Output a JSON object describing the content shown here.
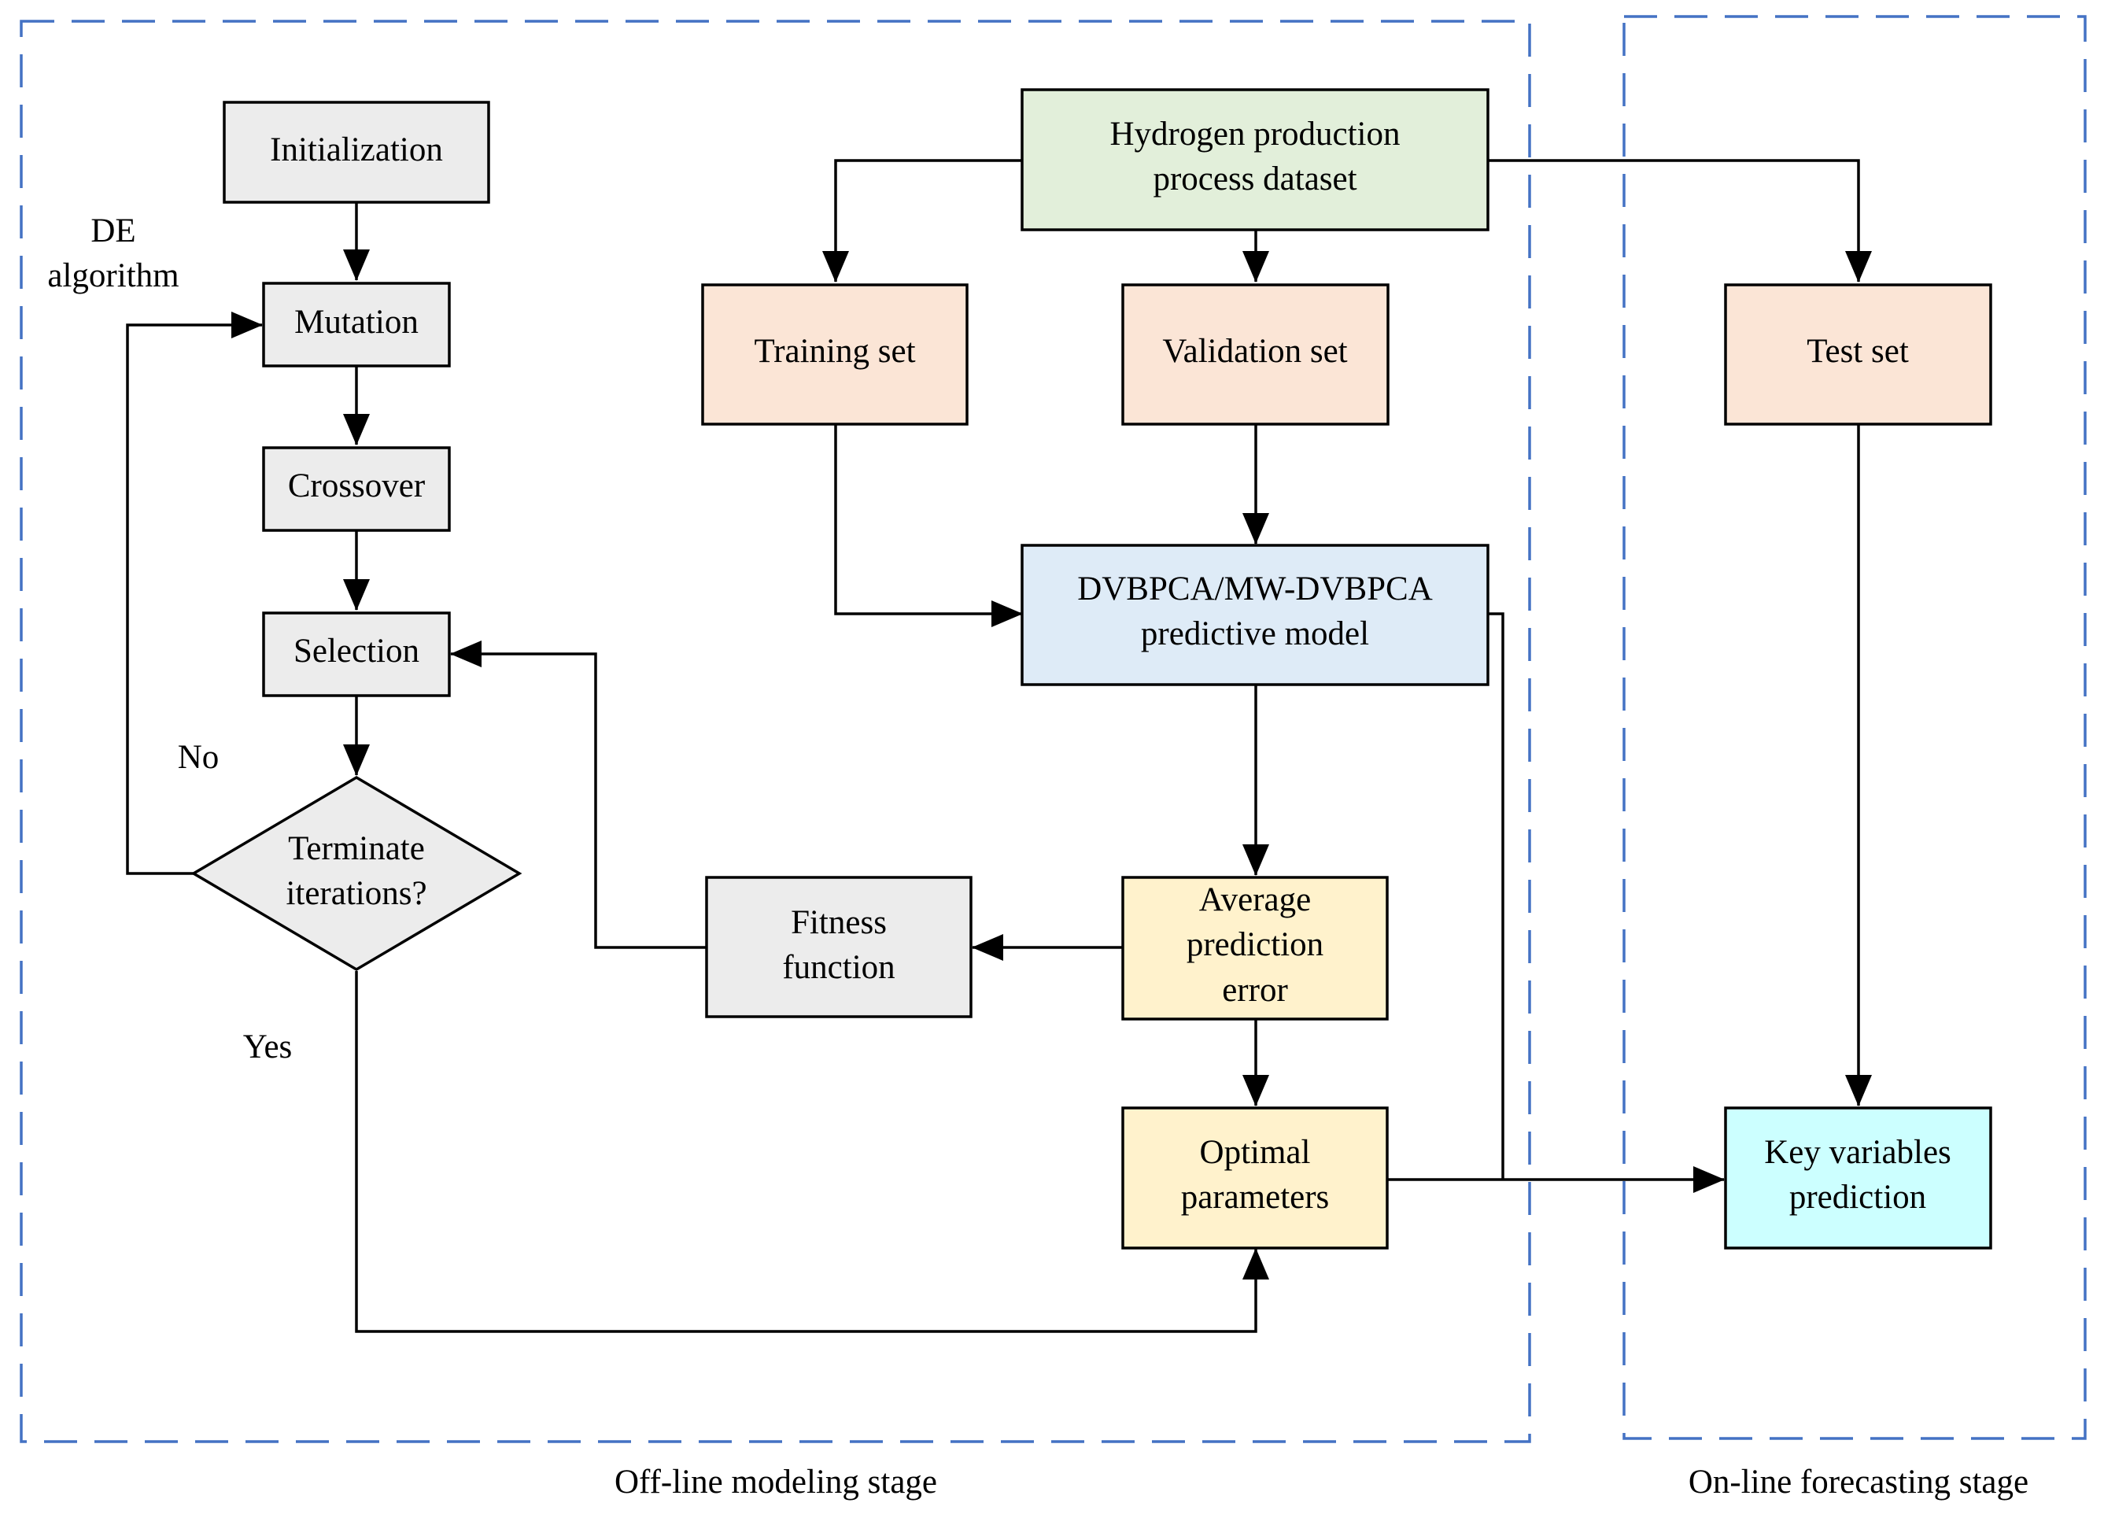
{
  "stages": {
    "offline": "Off-line modeling stage",
    "online": "On-line forecasting stage"
  },
  "de_algorithm": {
    "label_line1": "DE",
    "label_line2": "algorithm",
    "initialization": "Initialization",
    "mutation": "Mutation",
    "crossover": "Crossover",
    "selection": "Selection",
    "terminate_line1": "Terminate",
    "terminate_line2": "iterations?",
    "no_label": "No",
    "yes_label": "Yes"
  },
  "model": {
    "dataset_line1": "Hydrogen production",
    "dataset_line2": "process dataset",
    "training_set": "Training set",
    "validation_set": "Validation set",
    "test_set": "Test set",
    "predictive_line1": "DVBPCA/MW-DVBPCA",
    "predictive_line2": "predictive model",
    "fitness_line1": "Fitness",
    "fitness_line2": "function",
    "error_line1": "Average",
    "error_line2": "prediction",
    "error_line3": "error",
    "optimal_line1": "Optimal",
    "optimal_line2": "parameters",
    "keyvar_line1": "Key variables",
    "keyvar_line2": "prediction"
  },
  "colors": {
    "gray_box": "#ececec",
    "green_box": "#e2efda",
    "peach_box": "#fbe5d6",
    "blue_box": "#deebf7",
    "yellow_box": "#fff2cc",
    "cyan_box": "#ccffff",
    "stage_border": "#4472c4"
  }
}
